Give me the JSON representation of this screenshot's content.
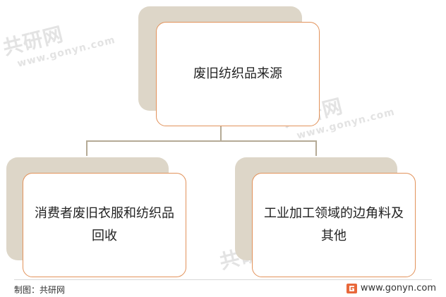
{
  "watermark": {
    "brand": "共研网",
    "url": "www.gonyn.com"
  },
  "nodes": {
    "root": {
      "label": "废旧纺织品来源"
    },
    "left": {
      "label": "消费者废旧衣服和纺织品回收"
    },
    "right": {
      "label": "工业加工领域的边角料及其他"
    }
  },
  "footer": {
    "source": "制图：共研网",
    "site": "www.gonyn.com"
  },
  "colors": {
    "card_border": "#e2925a",
    "shadow": "#ddd6c8",
    "connector": "#b5aa96"
  }
}
